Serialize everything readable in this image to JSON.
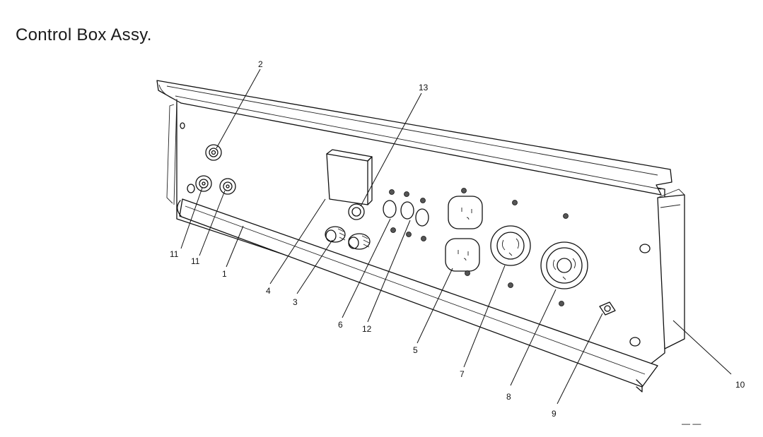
{
  "title": "Control Box Assy.",
  "callouts": [
    "1",
    "2",
    "3",
    "4",
    "5",
    "6",
    "7",
    "8",
    "9",
    "10",
    "11",
    "11",
    "12",
    "13"
  ],
  "corner_fragment": "— —"
}
